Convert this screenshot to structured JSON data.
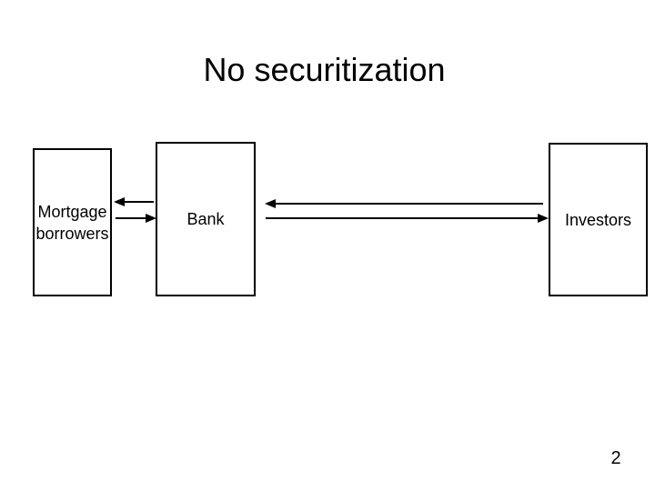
{
  "slide": {
    "title": "No securitization",
    "page_number": "2"
  },
  "colors": {
    "background": "#FFFFFF",
    "stroke": "#000000",
    "text": "#000000"
  },
  "diagram": {
    "nodes": [
      {
        "id": "mortgage-borrowers",
        "label": "Mortgage borrowers"
      },
      {
        "id": "bank",
        "label": "Bank"
      },
      {
        "id": "investors",
        "label": "Investors"
      }
    ],
    "edges": [
      {
        "from": "bank",
        "to": "mortgage-borrowers",
        "direction": "left"
      },
      {
        "from": "mortgage-borrowers",
        "to": "bank",
        "direction": "right"
      },
      {
        "from": "investors",
        "to": "bank",
        "direction": "left"
      },
      {
        "from": "bank",
        "to": "investors",
        "direction": "right"
      }
    ]
  }
}
